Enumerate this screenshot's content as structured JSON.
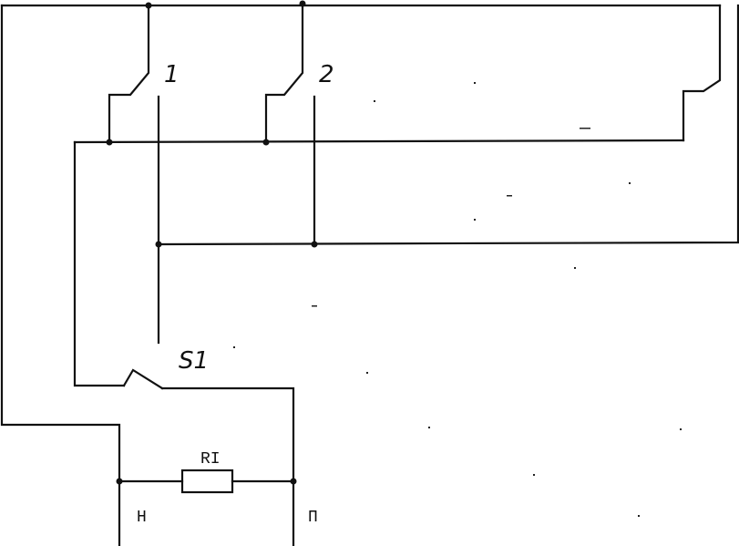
{
  "labels": {
    "switch_1": "1",
    "switch_2": "2",
    "switch_main": "S1",
    "resistor": "RI",
    "terminal_left": "H",
    "terminal_right": "П"
  }
}
